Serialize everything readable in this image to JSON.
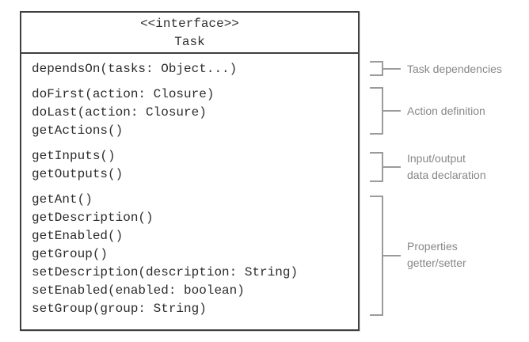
{
  "diagram": {
    "header": {
      "stereotype": "<<interface>>",
      "name": "Task"
    },
    "groups": [
      {
        "methods": [
          "dependsOn(tasks: Object...)"
        ]
      },
      {
        "methods": [
          "doFirst(action: Closure)",
          "doLast(action: Closure)",
          "getActions()"
        ]
      },
      {
        "methods": [
          "getInputs()",
          "getOutputs()"
        ]
      },
      {
        "methods": [
          "getAnt()",
          "getDescription()",
          "getEnabled()",
          "getGroup()",
          "setDescription(description: String)",
          "setEnabled(enabled: boolean)",
          "setGroup(group: String)"
        ]
      }
    ],
    "annotations": [
      {
        "lines": [
          "Task dependencies"
        ]
      },
      {
        "lines": [
          "Action definition"
        ]
      },
      {
        "lines": [
          "Input/output",
          "data declaration"
        ]
      },
      {
        "lines": [
          "Properties",
          "getter/setter"
        ]
      }
    ],
    "colors": {
      "background": "#ffffff",
      "border": "#3f3f3f",
      "method_text": "#2e2e2e",
      "bracket": "#9b9b9b",
      "annotation": "#878787"
    }
  }
}
